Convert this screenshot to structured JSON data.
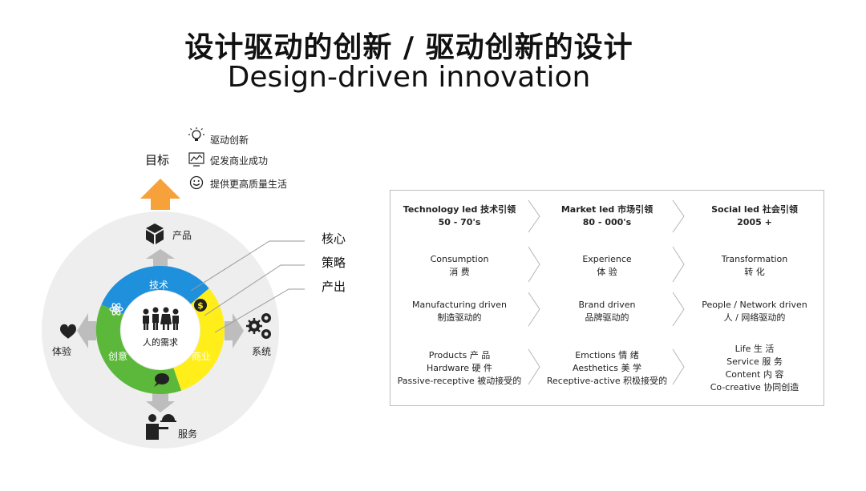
{
  "title": {
    "cn": "设计驱动的创新 / 驱动创新的设计",
    "en": "Design-driven innovation"
  },
  "goal": {
    "label": "目标",
    "items": [
      {
        "icon": "lightbulb-icon",
        "text": "驱动创新"
      },
      {
        "icon": "trend-chart-icon",
        "text": "促发商业成功"
      },
      {
        "icon": "smiley-icon",
        "text": "提供更高质量生活"
      }
    ]
  },
  "wheel": {
    "product": "产品",
    "experience": "体验",
    "system": "系统",
    "service": "服务",
    "center": "人的需求",
    "segments": {
      "tech": "技术",
      "creative": "创意",
      "business": "商业"
    },
    "callouts": [
      "核心",
      "策略",
      "产出"
    ],
    "colors": {
      "tech": "#1e90dc",
      "creative": "#5cb83a",
      "business": "#ffee1a",
      "ring": "#eeeeee",
      "arrow_goal": "#f7a13a",
      "arrow_gray": "#bdbdbd"
    }
  },
  "table": {
    "rows": [
      {
        "cells": [
          [
            "Technology led 技术引领",
            "50 - 70's"
          ],
          [
            "Market led 市场引领",
            "80 - 000's"
          ],
          [
            "Social led 社会引领",
            "2005 +"
          ]
        ]
      },
      {
        "cells": [
          [
            "Consumption",
            "消 费"
          ],
          [
            "Experience",
            "体 验"
          ],
          [
            "Transformation",
            "转 化"
          ]
        ]
      },
      {
        "cells": [
          [
            "Manufacturing driven",
            "制造驱动的"
          ],
          [
            "Brand driven",
            "品牌驱动的"
          ],
          [
            "People / Network driven",
            "人 / 网络驱动的"
          ]
        ]
      },
      {
        "cells": [
          [
            "Products 产 品",
            "Hardware 硬 件",
            "Passive-receptive 被动接受的"
          ],
          [
            "Emctions 情 绪",
            "Aesthetics 美 学",
            "Receptive-active 积极接受的"
          ],
          [
            "Life 生 活",
            "Service 服 务",
            "Content 内 容",
            "Co-creative 协同创造"
          ]
        ]
      }
    ]
  }
}
